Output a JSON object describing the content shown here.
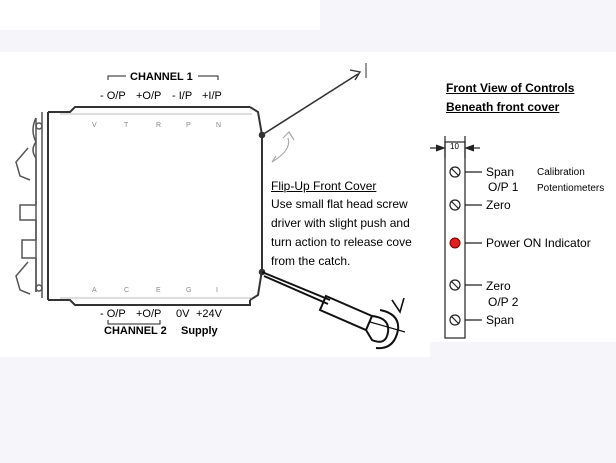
{
  "wiring": {
    "channel1_title": "CHANNEL 1",
    "channel1_terminals": [
      "- O/P",
      "+O/P",
      "- I/P",
      "+I/P"
    ],
    "top_pin_letters": [
      "V",
      "T",
      "R",
      "P",
      "N"
    ],
    "bottom_pin_letters": [
      "A",
      "C",
      "E",
      "G",
      "I"
    ],
    "channel2_terminals": [
      "- O/P",
      "+O/P",
      "0V",
      "+24V"
    ],
    "channel2_title": "CHANNEL 2",
    "supply_label": "Supply"
  },
  "cover_note": {
    "title": "Flip-Up Front Cover",
    "lines": [
      "Use small flat head screw",
      "driver with slight push and",
      "turn action to release cove",
      "from the catch."
    ]
  },
  "front_view": {
    "title_line1": "Front View of Controls",
    "title_line2": "Beneath front cover",
    "width_marker": "10",
    "controls": {
      "span1": "Span",
      "op1": "O/P 1",
      "zero1": "Zero",
      "power": "Power ON Indicator",
      "zero2": "Zero",
      "op2": "O/P 2",
      "span2": "Span"
    },
    "calibration_line1": "Calibration",
    "calibration_line2": "Potentiometers",
    "indicator_color": "#e02020"
  }
}
